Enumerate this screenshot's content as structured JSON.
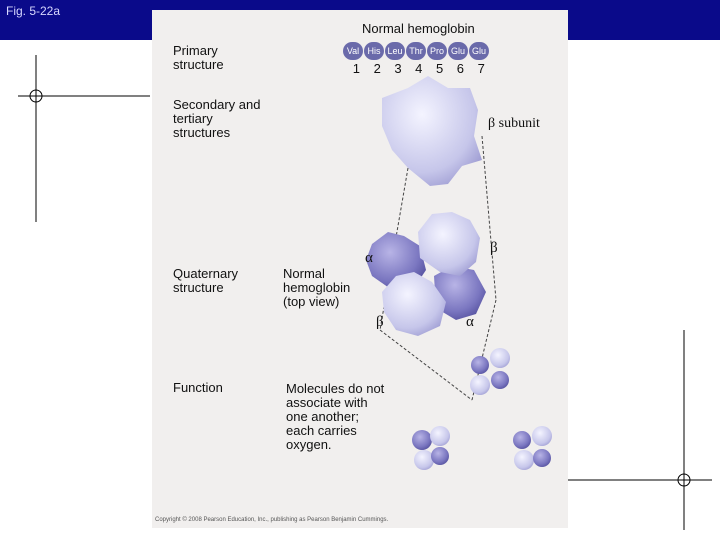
{
  "fig_label": "Fig. 5-22a",
  "title": "Normal hemoglobin",
  "labels": {
    "primary": "Primary structure",
    "secondary": "Secondary and tertiary structures",
    "quaternary": "Quaternary structure",
    "function": "Function",
    "normal_top": "Normal hemoglobin (top view)",
    "molecules": "Molecules do not associate with one another; each carries oxygen.",
    "beta_subunit": "β subunit"
  },
  "amino_acids": [
    "Val",
    "His",
    "Leu",
    "Thr",
    "Pro",
    "Glu",
    "Glu"
  ],
  "positions": [
    "1",
    "2",
    "3",
    "4",
    "5",
    "6",
    "7"
  ],
  "greek": {
    "alpha_top": "α",
    "beta_top": "β",
    "beta_bottom": "β",
    "alpha_bottom": "α"
  },
  "copyright": "Copyright © 2008 Pearson Education, Inc., publishing as Pearson Benjamin Cummings.",
  "colors": {
    "bar": "#0a0a8a",
    "panel": "#f1efee",
    "light_subunit": "#c8c8ec",
    "dark_subunit": "#7a76c0",
    "aa_bead": "#6a6aaa"
  }
}
